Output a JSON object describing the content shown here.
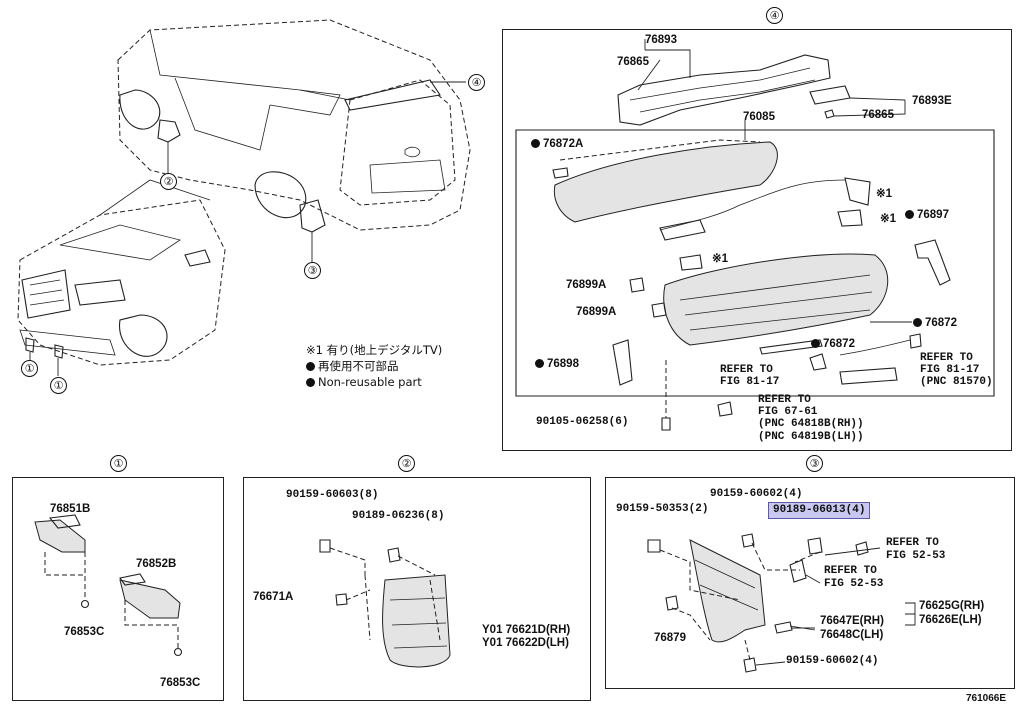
{
  "diagram_id": "761066E",
  "circle_marks": {
    "c1": "①",
    "c2": "②",
    "c3": "③",
    "c4": "④"
  },
  "legend": {
    "note_line": "※1 有り(地上デジタルTV)",
    "non_reusable_ja": "再使用不可部品",
    "non_reusable_en": "Non-reusable part"
  },
  "panel4": {
    "header_mark": "④",
    "labels": {
      "p76893": "76893",
      "p76865a": "76865",
      "p76893E": "76893E",
      "p76865b": "76865",
      "p76085": "76085",
      "p76872A": "76872A",
      "star1a": "※1",
      "star1b": "※1",
      "star1c": "※1",
      "p76897": "76897",
      "p76899A_1": "76899A",
      "p76899A_2": "76899A",
      "p76872a": "76872",
      "p76872b": "76872",
      "p76898": "76898",
      "ref1_l1": "REFER TO",
      "ref1_l2": "FIG 81-17",
      "ref2_l1": "REFER TO",
      "ref2_l2": "FIG 81-17",
      "ref2_l3": "(PNC 81570)",
      "ref3_l1": "REFER TO",
      "ref3_l2": "FIG 67-61",
      "ref3_l3": "(PNC 64818B(RH))",
      "ref3_l4": "(PNC 64819B(LH))",
      "p90105": "90105-06258(6)"
    }
  },
  "panel1": {
    "header_mark": "①",
    "labels": {
      "p76851B": "76851B",
      "p76852B": "76852B",
      "p76853C_a": "76853C",
      "p76853C_b": "76853C"
    }
  },
  "panel2": {
    "header_mark": "②",
    "labels": {
      "p90159_60603": "90159-60603(8)",
      "p90189_06236": "90189-06236(8)",
      "p76671A": "76671A",
      "p76621D": "Y01 76621D(RH)",
      "p76622D": "Y01 76622D(LH)"
    }
  },
  "panel3": {
    "header_mark": "③",
    "labels": {
      "p90159_60602a": "90159-60602(4)",
      "p90159_50353": "90159-50353(2)",
      "p90189_06013": "90189-06013(4)",
      "ref_a1": "REFER TO",
      "ref_a2": "FIG 52-53",
      "ref_b1": "REFER TO",
      "ref_b2": "FIG 52-53",
      "p76625G": "76625G(RH)",
      "p76626E": "76626E(LH)",
      "p76647E": "76647E(RH)",
      "p76648C": "76648C(LH)",
      "p76879": "76879",
      "p90159_60602b": "90159-60602(4)"
    }
  },
  "overview_marks": {
    "m1a": "①",
    "m1b": "①",
    "m2": "②",
    "m3": "③",
    "m4": "④"
  }
}
